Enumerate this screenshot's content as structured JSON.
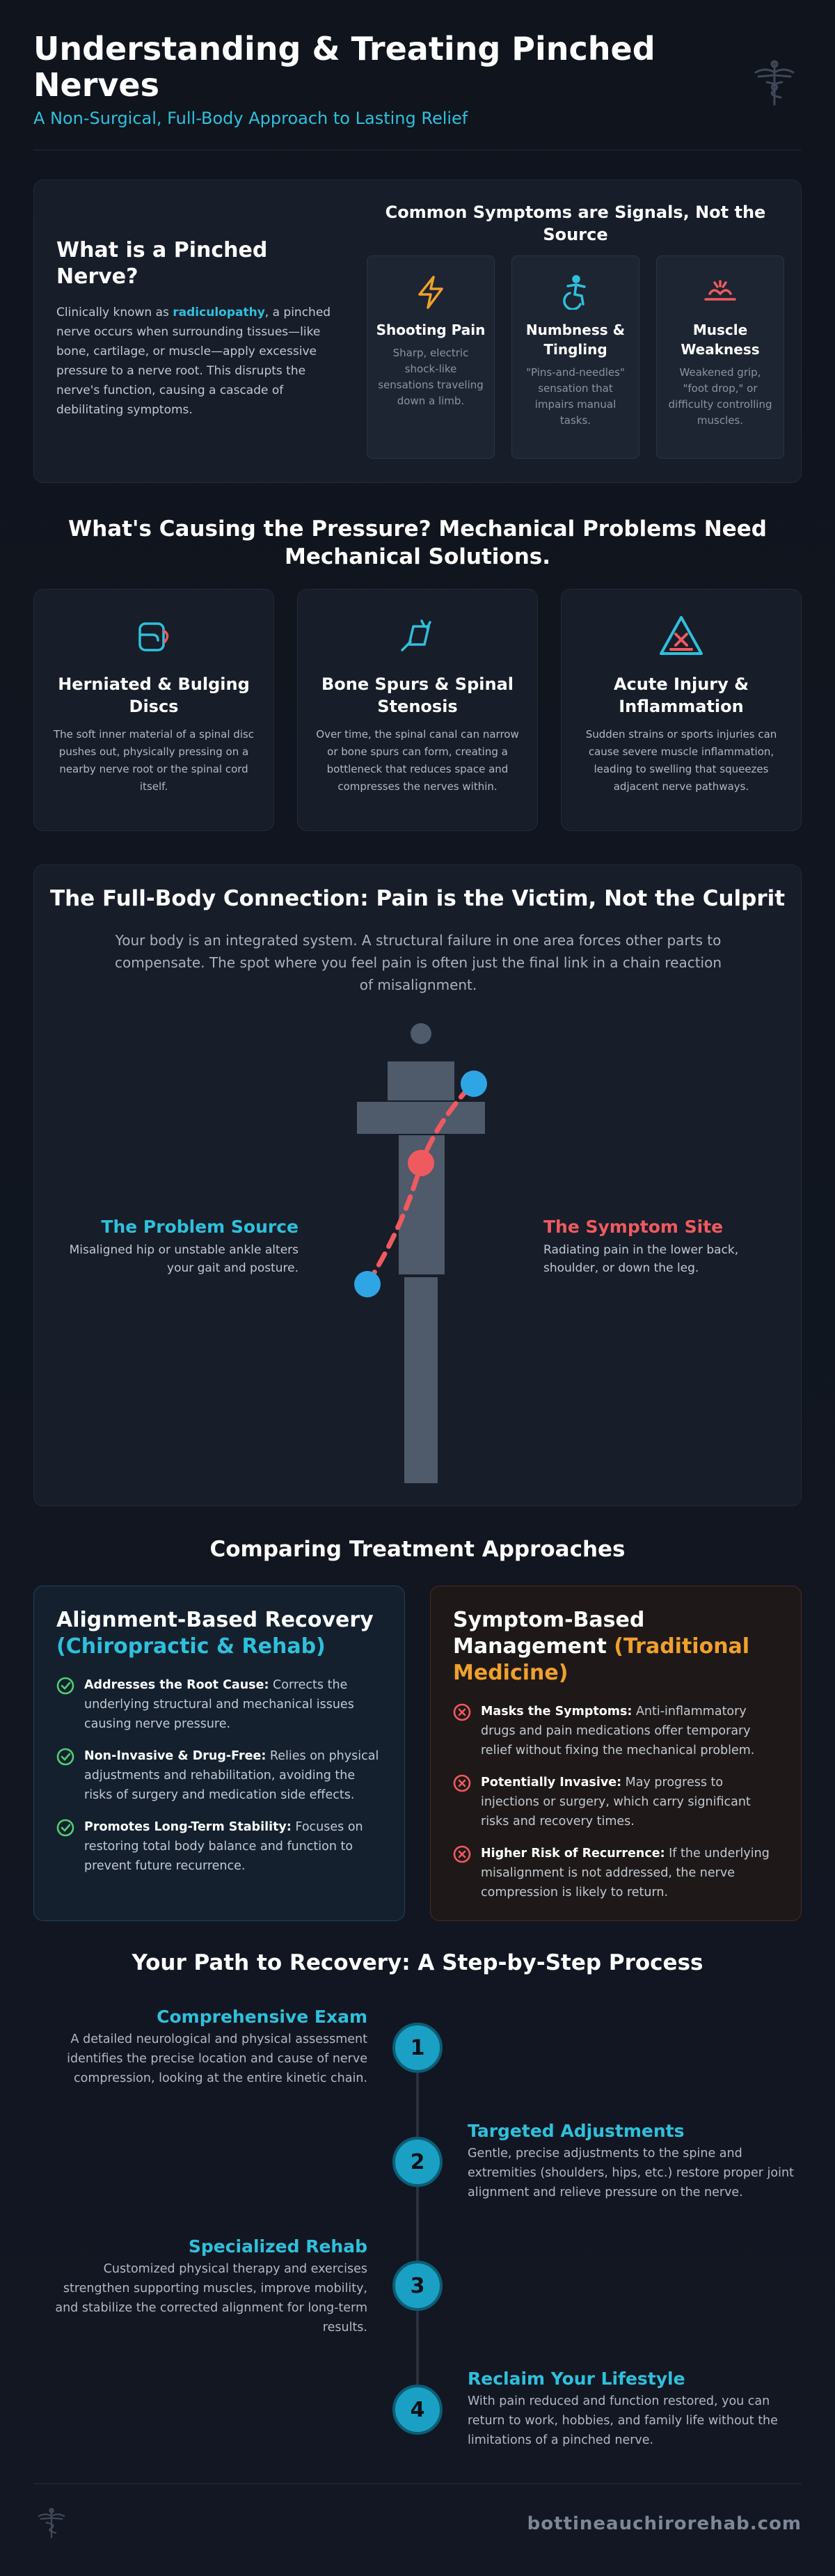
{
  "header": {
    "title": "Understanding & Treating Pinched Nerves",
    "subtitle": "A Non-Surgical, Full-Body Approach to Lasting Relief",
    "logo_icon": "caduceus-icon"
  },
  "intro": {
    "title": "What is a Pinched Nerve?",
    "body_before": "Clinically known as ",
    "body_highlight": "radiculopathy",
    "body_after": ", a pinched nerve occurs when surrounding tissues—like bone, cartilage, or muscle—apply excessive pressure to a nerve root. This disrupts the nerve's function, causing a cascade of debilitating symptoms."
  },
  "symptoms": {
    "title": "Common Symptoms are Signals, Not the Source",
    "items": [
      {
        "icon": "lightning-icon",
        "color": "#f0a02c",
        "title": "Shooting Pain",
        "desc": "Sharp, electric shock-like sensations traveling down a limb."
      },
      {
        "icon": "accessibility-icon",
        "color": "#2ec0dc",
        "title": "Numbness & Tingling",
        "desc": "\"Pins-and-needles\" sensation that impairs manual tasks."
      },
      {
        "icon": "weakness-icon",
        "color": "#ef5a5f",
        "title": "Muscle Weakness",
        "desc": "Weakened grip, \"foot drop,\" or difficulty controlling muscles."
      }
    ]
  },
  "causes": {
    "title": "What's Causing the Pressure? Mechanical Problems Need Mechanical Solutions.",
    "items": [
      {
        "icon": "disc-icon",
        "title": "Herniated & Bulging Discs",
        "desc": "The soft inner material of a spinal disc pushes out, physically pressing on a nearby nerve root or the spinal cord itself."
      },
      {
        "icon": "bone-spur-icon",
        "title": "Bone Spurs & Spinal Stenosis",
        "desc": "Over time, the spinal canal can narrow or bone spurs can form, creating a bottleneck that reduces space and compresses the nerves within."
      },
      {
        "icon": "warning-icon",
        "title": "Acute Injury & Inflammation",
        "desc": "Sudden strains or sports injuries can cause severe muscle inflammation, leading to swelling that squeezes adjacent nerve pathways."
      }
    ]
  },
  "connection": {
    "title": "The Full-Body Connection: Pain is the Victim, Not the Culprit",
    "body": "Your body is an integrated system. A structural failure in one area forces other parts to compensate. The spot where you feel pain is often just the final link in a chain reaction of misalignment.",
    "problem_title": "The Problem Source",
    "problem_desc": "Misaligned hip or unstable ankle alters your gait and posture.",
    "symptom_title": "The Symptom Site",
    "symptom_desc": "Radiating pain in the lower back, shoulder, or down the leg.",
    "colors": {
      "problem": "#2ea6e6",
      "symptom": "#ef5a5f",
      "body": "#4f5a6b"
    }
  },
  "comparison": {
    "title": "Comparing Treatment Approaches",
    "left": {
      "title_main": "Alignment-Based Recovery ",
      "title_accent": "(Chiropractic & Rehab)",
      "items": [
        {
          "bold": "Addresses the Root Cause:",
          "text": " Corrects the underlying structural and mechanical issues causing nerve pressure."
        },
        {
          "bold": "Non-Invasive & Drug-Free:",
          "text": " Relies on physical adjustments and rehabilitation, avoiding the risks of surgery and medication side effects."
        },
        {
          "bold": "Promotes Long-Term Stability:",
          "text": " Focuses on restoring total body balance and function to prevent future recurrence."
        }
      ]
    },
    "right": {
      "title_main": "Symptom-Based Management ",
      "title_accent": "(Traditional Medicine)",
      "items": [
        {
          "bold": "Masks the Symptoms:",
          "text": " Anti-inflammatory drugs and pain medications offer temporary relief without fixing the mechanical problem."
        },
        {
          "bold": "Potentially Invasive:",
          "text": " May progress to injections or surgery, which carry significant risks and recovery times."
        },
        {
          "bold": "Higher Risk of Recurrence:",
          "text": " If the underlying misalignment is not addressed, the nerve compression is likely to return."
        }
      ]
    }
  },
  "steps": {
    "title": "Your Path to Recovery: A Step-by-Step Process",
    "items": [
      {
        "num": "1",
        "title": "Comprehensive Exam",
        "desc": "A detailed neurological and physical assessment identifies the precise location and cause of nerve compression, looking at the entire kinetic chain."
      },
      {
        "num": "2",
        "title": "Targeted Adjustments",
        "desc": "Gentle, precise adjustments to the spine and extremities (shoulders, hips, etc.) restore proper joint alignment and relieve pressure on the nerve."
      },
      {
        "num": "3",
        "title": "Specialized Rehab",
        "desc": "Customized physical therapy and exercises strengthen supporting muscles, improve mobility, and stabilize the corrected alignment for long-term results."
      },
      {
        "num": "4",
        "title": "Reclaim Your Lifestyle",
        "desc": "With pain reduced and function restored, you can return to work, hobbies, and family life without the limitations of a pinched nerve."
      }
    ]
  },
  "footer": {
    "url": "bottineauchirorehab.com",
    "logo_icon": "caduceus-icon"
  }
}
